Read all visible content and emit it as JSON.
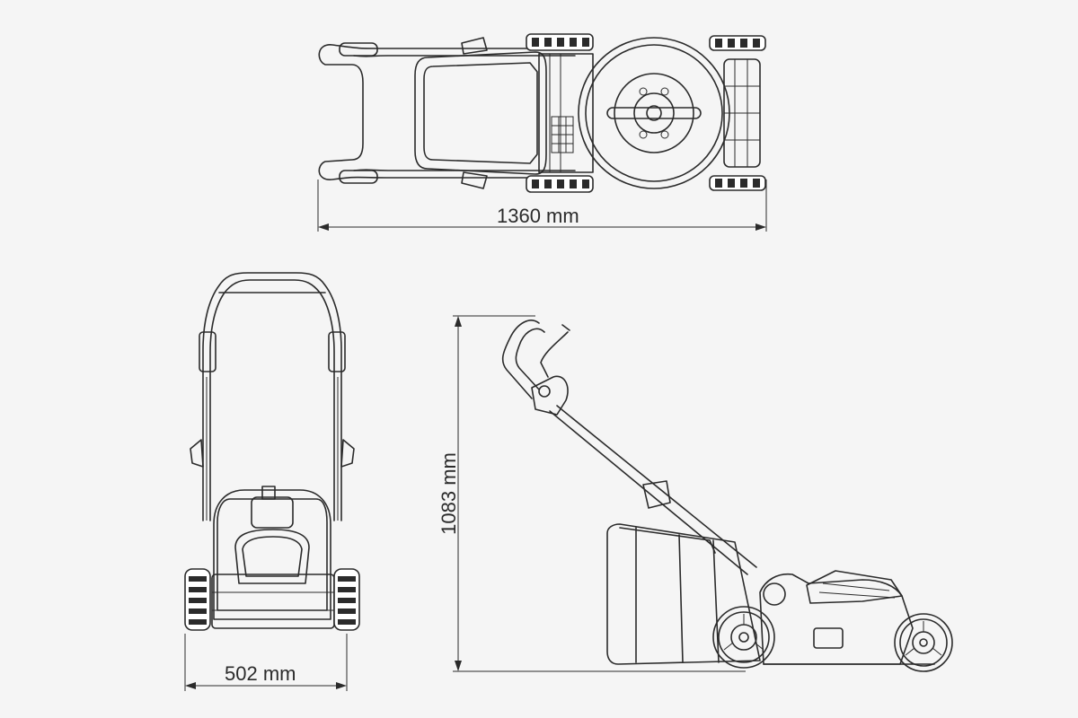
{
  "dimensions": {
    "length_label": "1360 mm",
    "width_label": "502 mm",
    "height_label": "1083 mm"
  },
  "colors": {
    "background": "#f5f5f5",
    "line": "#2b2b2b"
  }
}
